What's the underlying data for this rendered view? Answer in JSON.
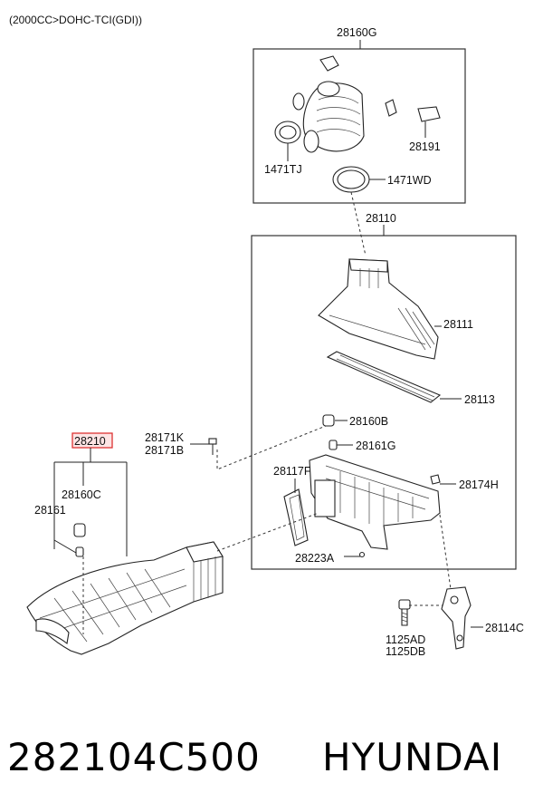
{
  "header": {
    "engine_spec": "(2000CC>DOHC-TCI(GDI))"
  },
  "labels": {
    "p28160G": "28160G",
    "p1471TJ": "1471TJ",
    "p28191": "28191",
    "p1471WD": "1471WD",
    "p28110": "28110",
    "p28111": "28111",
    "p28113": "28113",
    "p28160B": "28160B",
    "p28161G": "28161G",
    "p28171K": "28171K",
    "p28171B": "28171B",
    "p28117F": "28117F",
    "p28174H": "28174H",
    "p28223A": "28223A",
    "p28210": "28210",
    "p28160C": "28160C",
    "p28161": "28161",
    "p1125AD": "1125AD",
    "p1125DB": "1125DB",
    "p28114C": "28114C"
  },
  "footer": {
    "part_number": "282104C500",
    "brand": "HYUNDAI"
  },
  "colors": {
    "highlight_border": "#d33333",
    "highlight_fill": "#fde4e4"
  }
}
